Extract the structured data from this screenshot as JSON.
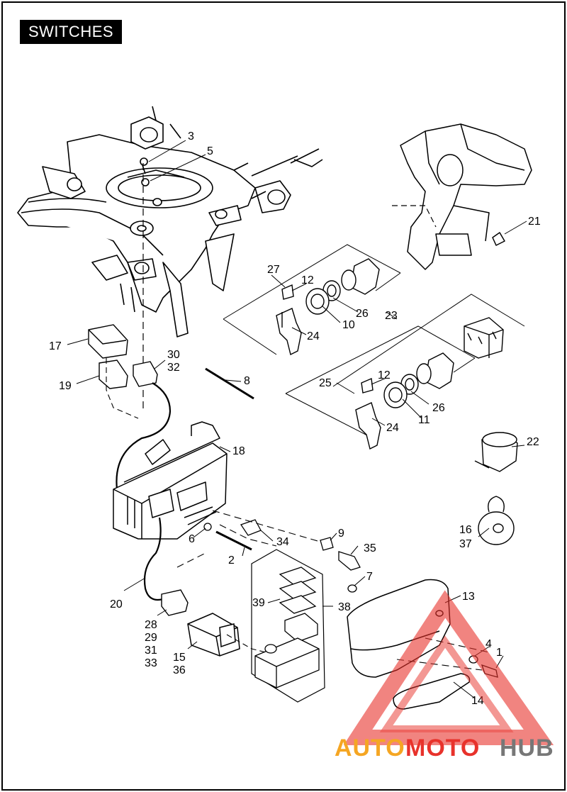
{
  "title": "SWITCHES",
  "watermark": {
    "part1": "AUTO",
    "part2": "MOTO",
    "part3": "HUB",
    "color_orange": "#f5a623",
    "color_red": "#e8322b",
    "color_gray": "#777777"
  },
  "callouts": [
    "1",
    "2",
    "3",
    "4",
    "5",
    "6",
    "7",
    "8",
    "9",
    "10",
    "11",
    "12",
    "12",
    "13",
    "14",
    "15",
    "16",
    "17",
    "18",
    "19",
    "20",
    "21",
    "22",
    "23",
    "24",
    "24",
    "25",
    "26",
    "26",
    "27",
    "28",
    "29",
    "30",
    "31",
    "32",
    "33",
    "34",
    "35",
    "36",
    "37",
    "38",
    "39"
  ],
  "labels": {
    "l1": "1",
    "l2": "2",
    "l3": "3",
    "l4": "4",
    "l5": "5",
    "l6": "6",
    "l7": "7",
    "l8": "8",
    "l9": "9",
    "l10": "10",
    "l11": "11",
    "l12a": "12",
    "l12b": "12",
    "l13": "13",
    "l14": "14",
    "l15": "15",
    "l16": "16",
    "l17": "17",
    "l18": "18",
    "l19": "19",
    "l20": "20",
    "l21": "21",
    "l22": "22",
    "l23": "23",
    "l24a": "24",
    "l24b": "24",
    "l25": "25",
    "l26a": "26",
    "l26b": "26",
    "l27": "27",
    "l28": "28",
    "l29": "29",
    "l30": "30",
    "l31": "31",
    "l32": "32",
    "l33": "33",
    "l34": "34",
    "l35": "35",
    "l36": "36",
    "l37": "37",
    "l38": "38",
    "l39": "39"
  }
}
